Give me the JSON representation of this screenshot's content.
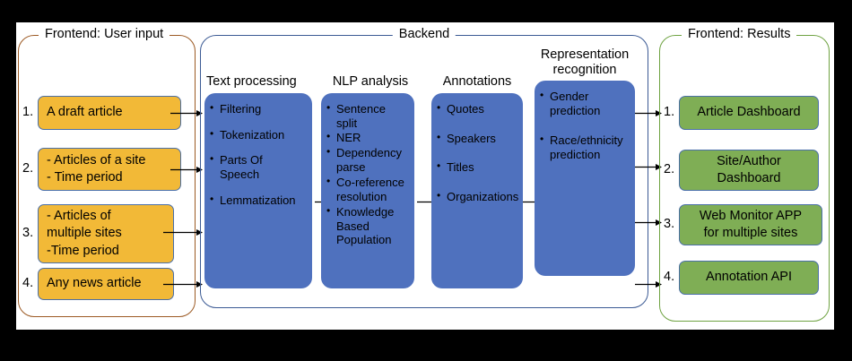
{
  "diagram": {
    "panels": {
      "frontend_input": {
        "title": "Frontend: User input",
        "border_color": "#9c5a24",
        "items": [
          {
            "num": "1.",
            "lines": [
              "A draft  article"
            ]
          },
          {
            "num": "2.",
            "lines": [
              "- Articles of a site",
              "- Time period"
            ]
          },
          {
            "num": "3.",
            "lines": [
              "- Articles of",
              "multiple sites",
              " -Time period"
            ]
          },
          {
            "num": "4.",
            "lines": [
              "Any news article"
            ]
          }
        ]
      },
      "backend": {
        "title": "Backend",
        "border_color": "#3b5a94",
        "stage_fill": "#4f71be",
        "stages": [
          {
            "heading": "Text processing",
            "bullets": [
              "Filtering",
              "Tokenization",
              "Parts Of\nSpeech",
              "Lemmatization"
            ]
          },
          {
            "heading": "NLP analysis",
            "bullets": [
              "Sentence split",
              "NER",
              "Dependency\nparse",
              "Co-reference\nresolution",
              "Knowledge\nBased\nPopulation"
            ]
          },
          {
            "heading": "Annotations",
            "bullets": [
              "Quotes",
              "Speakers",
              "Titles",
              "Organizations"
            ]
          },
          {
            "heading": "Representation\nrecognition",
            "bullets": [
              "Gender\nprediction",
              "Race/ethnicity\nprediction"
            ]
          }
        ]
      },
      "frontend_results": {
        "title": "Frontend: Results",
        "border_color": "#6fa342",
        "chip_fill": "#7fae55",
        "items": [
          {
            "num": "1.",
            "lines": [
              "Article Dashboard"
            ]
          },
          {
            "num": "2.",
            "lines": [
              "Site/Author",
              "Dashboard"
            ]
          },
          {
            "num": "3.",
            "lines": [
              "Web Monitor APP",
              "for multiple sites"
            ]
          },
          {
            "num": "4.",
            "lines": [
              "Annotation API"
            ]
          }
        ]
      }
    },
    "colors": {
      "input_chip": "#f2b937",
      "stage": "#4f71be",
      "result_chip": "#7fae55",
      "arrow": "#000000",
      "canvas": "#ffffff",
      "background": "#000000"
    }
  }
}
